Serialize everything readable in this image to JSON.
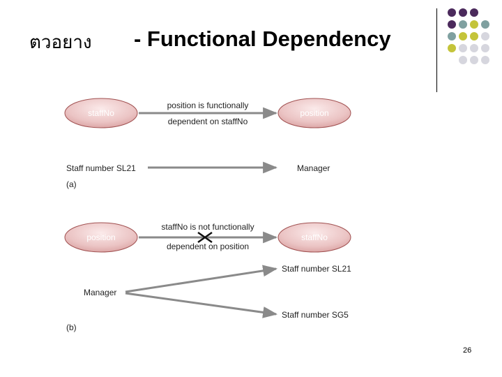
{
  "slide": {
    "title_thai": "ตวอยาง",
    "title_main": "- Functional Dependency",
    "page_number": "26"
  },
  "decor": {
    "dot_colors": [
      "#4b2a5c",
      "#7fa0a0",
      "#c4c43a",
      "#d6d6de"
    ]
  },
  "diagram": {
    "a": {
      "left_node": "staffNo",
      "right_node": "position",
      "arrow_text_top": "position is functionally",
      "arrow_text_bottom": "dependent on staffNo",
      "example_left": "Staff number SL21",
      "example_right": "Manager",
      "caption": "(a)"
    },
    "b": {
      "left_node": "position",
      "right_node": "staffNo",
      "arrow_text_top": "staffNo is not functionally",
      "arrow_text_bottom": "dependent on position",
      "example_left": "Manager",
      "example_right_top": "Staff number SL21",
      "example_right_bottom": "Staff number SG5",
      "caption": "(b)"
    }
  }
}
